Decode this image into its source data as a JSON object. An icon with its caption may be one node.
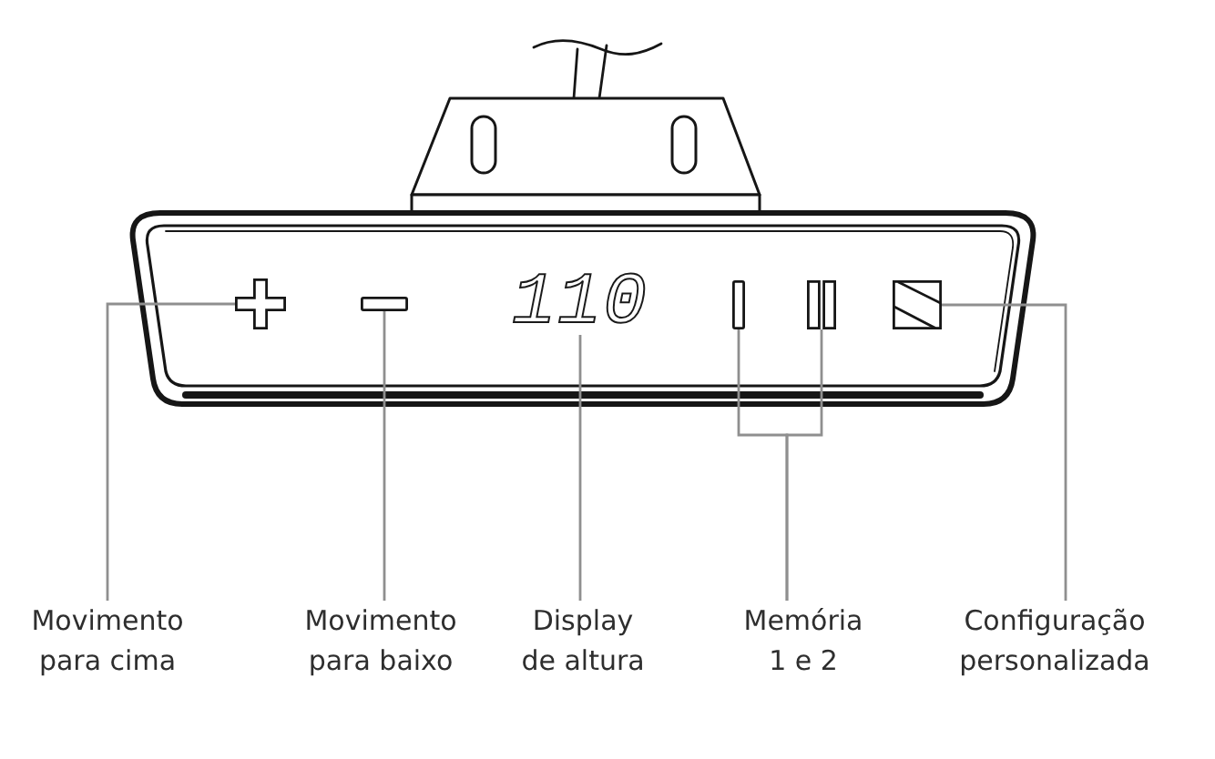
{
  "diagram": {
    "nodes": [
      {
        "text": [],
        "shape": "picture"
      },
      {
        "text": [],
        "shape": "bar"
      },
      {
        "text": [
          "110"
        ]
      },
      {
        "text": [],
        "shape": "bar"
      },
      {
        "text": [],
        "shape": "picture"
      },
      {
        "text": [],
        "shape": "box"
      },
      {
        "text": [
          "Movimento para cima"
        ]
      },
      {
        "text": [
          "Movimento para baixo"
        ]
      },
      {
        "text": [
          "Display de altura"
        ]
      },
      {
        "text": [
          "Memória 1 e 2"
        ]
      },
      {
        "text": [
          "Configuração personalizada"
        ]
      }
    ],
    "edges": [
      {
        "from": 6,
        "to": 0,
        "arrow": "none"
      },
      {
        "from": 7,
        "to": 1,
        "arrow": "none"
      },
      {
        "from": 8,
        "to": 2,
        "arrow": "none"
      },
      {
        "from": 9,
        "to": 3,
        "arrow": "none"
      },
      {
        "from": 9,
        "to": 4,
        "arrow": "none"
      },
      {
        "from": 10,
        "to": 5,
        "arrow": "none"
      }
    ]
  }
}
